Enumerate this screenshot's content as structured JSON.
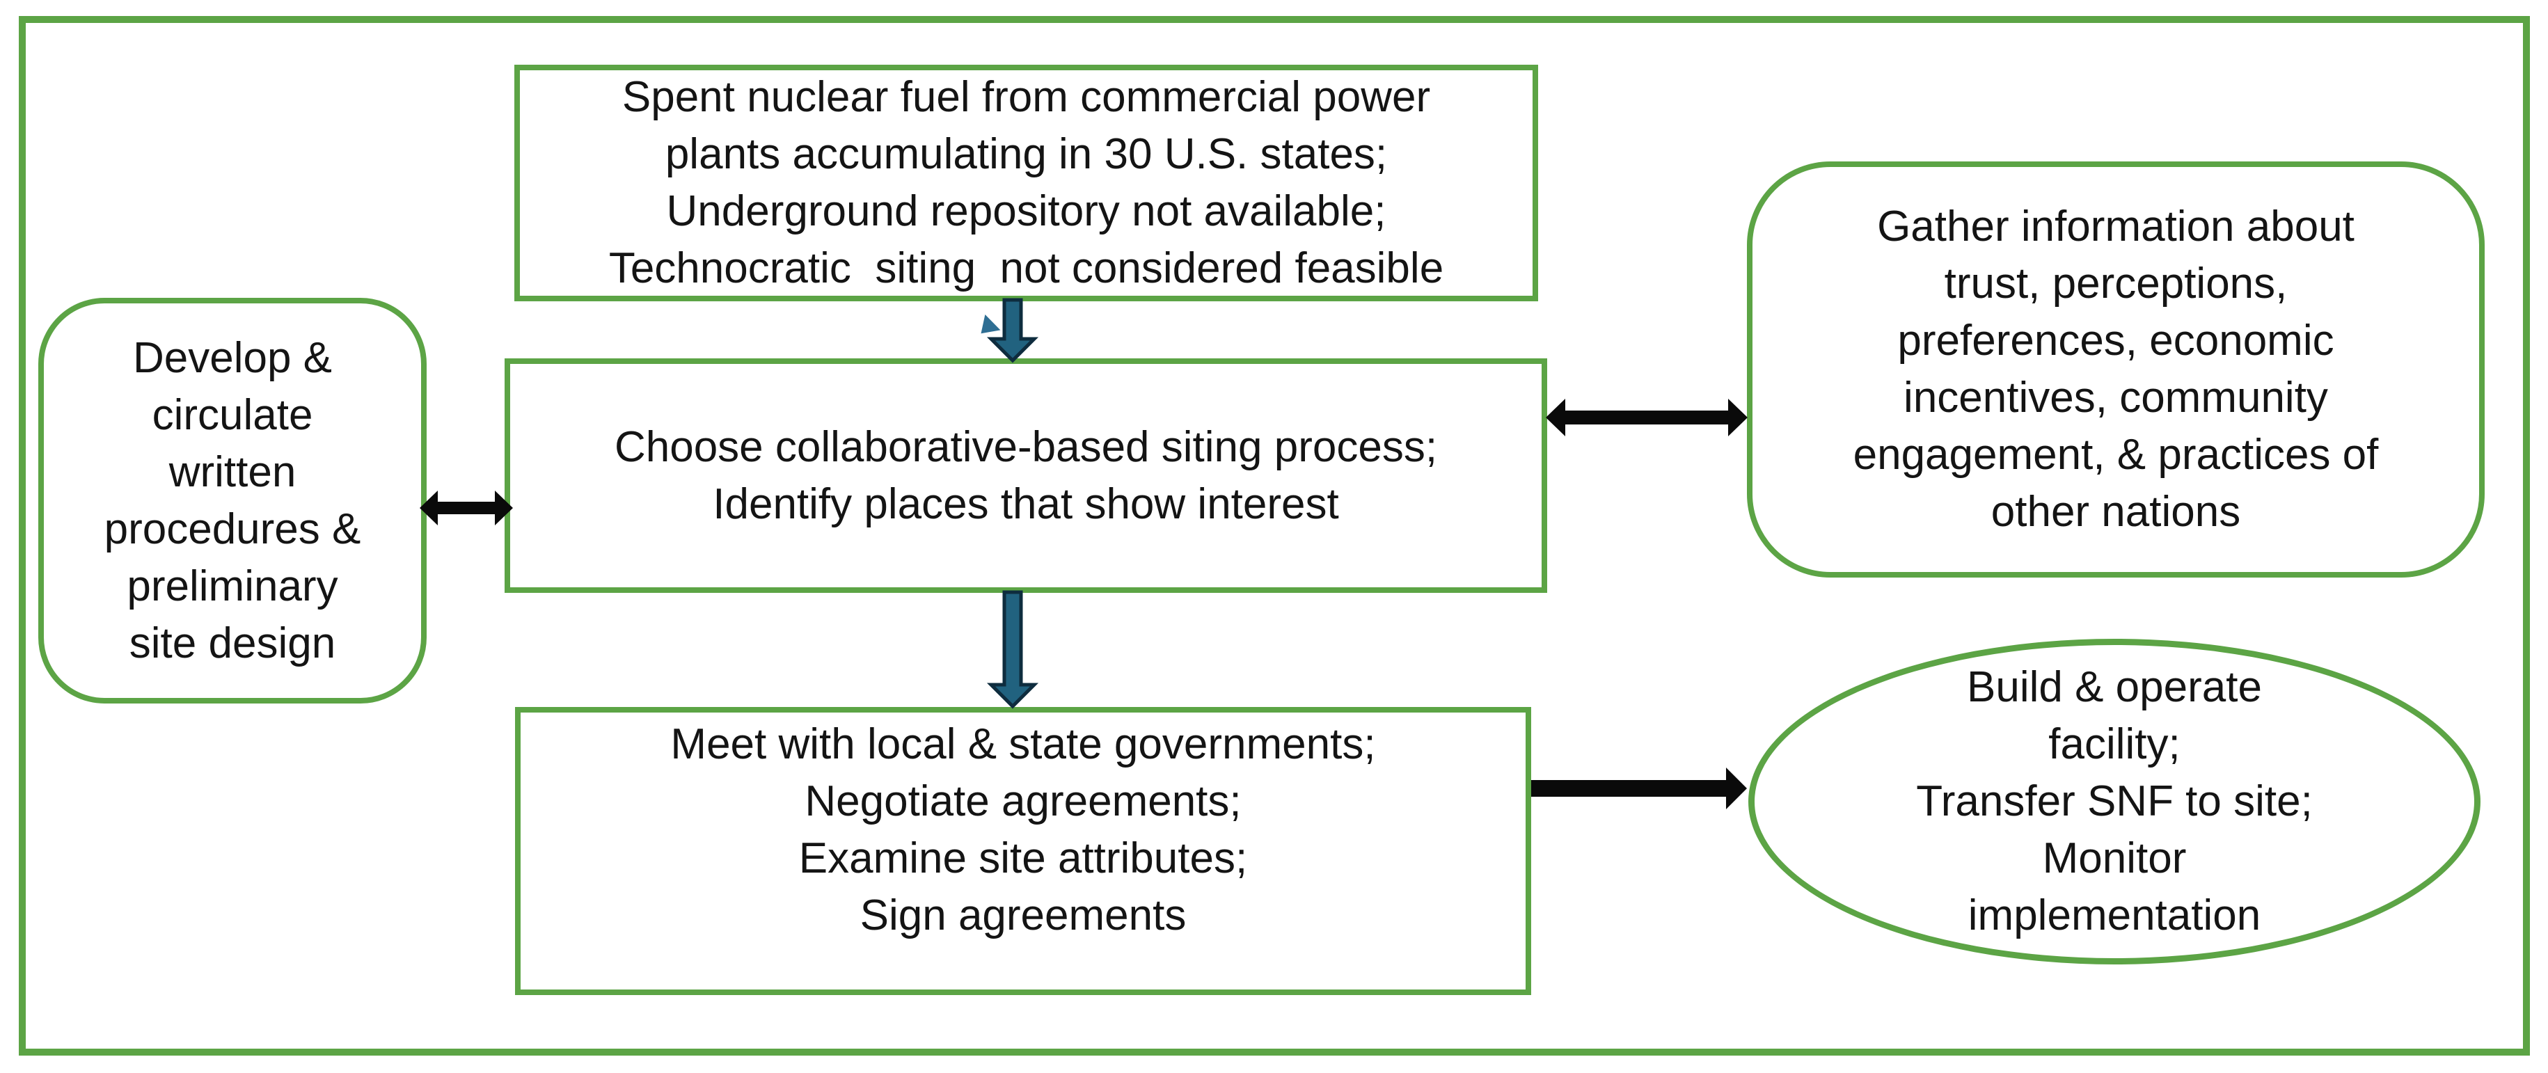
{
  "colors": {
    "outline_green": "#5CA445",
    "arrow_black": "#0A0A0A",
    "arrow_blue_fill": "#21627F",
    "arrow_blue_outline": "#0E2C3E",
    "triangle_blue": "#2E6E93",
    "text": "#141414",
    "background": "#FFFFFF"
  },
  "boxes": {
    "top": {
      "lines": [
        "Spent nuclear fuel from commercial power",
        "plants accumulating in 30 U.S. states;",
        "Underground repository not available;",
        "Technocratic  siting  not considered feasible"
      ]
    },
    "left": {
      "lines": [
        "Develop &",
        "circulate",
        "written",
        "procedures &",
        "preliminary",
        "site design"
      ]
    },
    "middle": {
      "lines": [
        "Choose collaborative-based siting process;",
        "Identify places that show interest"
      ]
    },
    "right": {
      "lines": [
        "Gather information about",
        "trust, perceptions,",
        "preferences, economic",
        "incentives, community",
        "engagement, & practices of",
        "other nations"
      ]
    },
    "bottom": {
      "lines": [
        "Meet with local & state governments;",
        "Negotiate agreements;",
        "Examine site attributes;",
        "Sign agreements"
      ]
    },
    "ellipse": {
      "lines": [
        "Build & operate",
        "facility;",
        "Transfer SNF to site;",
        "Monitor",
        "implementation"
      ]
    }
  }
}
